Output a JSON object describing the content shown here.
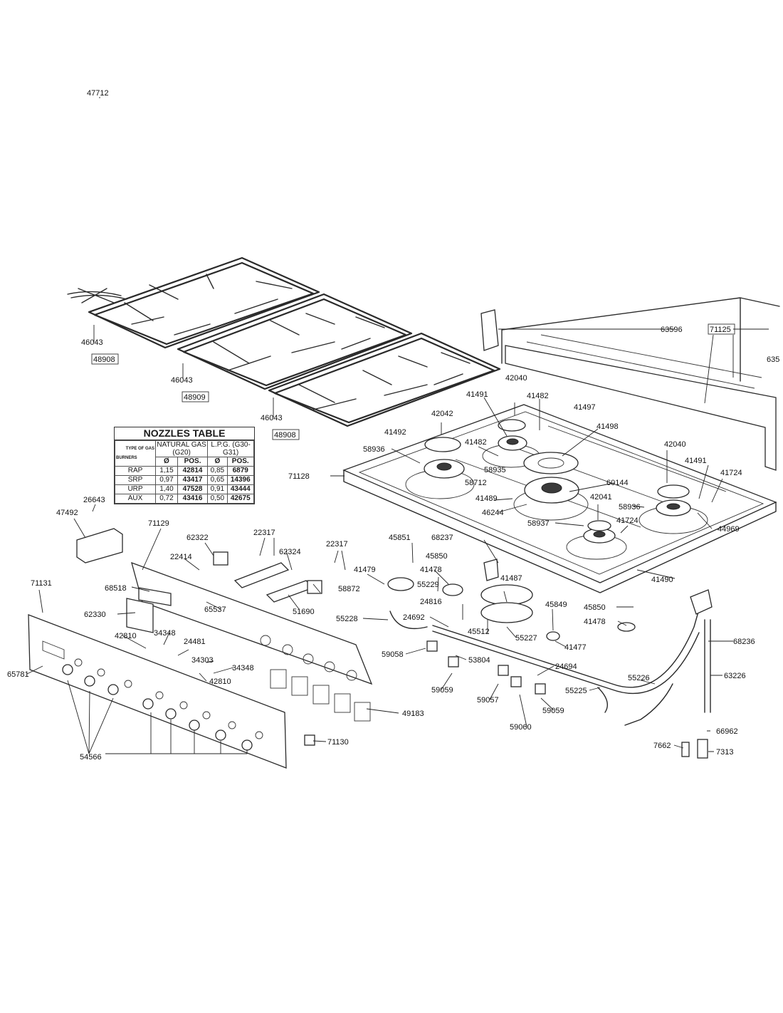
{
  "labels": [
    {
      "text": "47712"
    },
    {
      "text": "46043"
    },
    {
      "text": "48908"
    },
    {
      "text": "46043"
    },
    {
      "text": "48909"
    },
    {
      "text": "46043"
    },
    {
      "text": "48908"
    },
    {
      "text": "63596"
    },
    {
      "text": "71125"
    },
    {
      "text": "635"
    },
    {
      "text": "42040"
    },
    {
      "text": "41491"
    },
    {
      "text": "41482"
    },
    {
      "text": "41497"
    },
    {
      "text": "42042"
    },
    {
      "text": "41498"
    },
    {
      "text": "41492"
    },
    {
      "text": "41482"
    },
    {
      "text": "58936"
    },
    {
      "text": "58935"
    },
    {
      "text": "42040"
    },
    {
      "text": "71128"
    },
    {
      "text": "41491"
    },
    {
      "text": "58712"
    },
    {
      "text": "60144"
    },
    {
      "text": "41724"
    },
    {
      "text": "41489"
    },
    {
      "text": "42041"
    },
    {
      "text": "46244"
    },
    {
      "text": "58936"
    },
    {
      "text": "58937"
    },
    {
      "text": "41724"
    },
    {
      "text": "44969"
    },
    {
      "text": "26643"
    },
    {
      "text": "47492"
    },
    {
      "text": "71129"
    },
    {
      "text": "22317"
    },
    {
      "text": "22317"
    },
    {
      "text": "62322"
    },
    {
      "text": "62324"
    },
    {
      "text": "45851"
    },
    {
      "text": "68237"
    },
    {
      "text": "22414"
    },
    {
      "text": "41490"
    },
    {
      "text": "45850"
    },
    {
      "text": "41479"
    },
    {
      "text": "41478"
    },
    {
      "text": "58872"
    },
    {
      "text": "71131"
    },
    {
      "text": "68518"
    },
    {
      "text": "55229"
    },
    {
      "text": "41487"
    },
    {
      "text": "65537"
    },
    {
      "text": "51690"
    },
    {
      "text": "24816"
    },
    {
      "text": "45849"
    },
    {
      "text": "45850"
    },
    {
      "text": "62330"
    },
    {
      "text": "55228"
    },
    {
      "text": "24692"
    },
    {
      "text": "41478"
    },
    {
      "text": "45512"
    },
    {
      "text": "55227"
    },
    {
      "text": "42810"
    },
    {
      "text": "34348"
    },
    {
      "text": "68236"
    },
    {
      "text": "24481"
    },
    {
      "text": "41477"
    },
    {
      "text": "59058"
    },
    {
      "text": "53804"
    },
    {
      "text": "34303"
    },
    {
      "text": "34348"
    },
    {
      "text": "24694"
    },
    {
      "text": "65781"
    },
    {
      "text": "63226"
    },
    {
      "text": "42810"
    },
    {
      "text": "55226"
    },
    {
      "text": "59059"
    },
    {
      "text": "59057"
    },
    {
      "text": "55225"
    },
    {
      "text": "59059"
    },
    {
      "text": "49183"
    },
    {
      "text": "59060"
    },
    {
      "text": "66962"
    },
    {
      "text": "71130"
    },
    {
      "text": "7662"
    },
    {
      "text": "7313"
    },
    {
      "text": "54566"
    }
  ],
  "nozzles_table": {
    "title": "NOZZLES TABLE",
    "type_of_gas_label": "TYPE OF GAS",
    "burners_label": "BURNERS",
    "natural_gas_header": "NATURAL GAS (G20)",
    "lpg_header": "L.P.G. (G30-G31)",
    "diameter_symbol": "Ø",
    "pos_label": "POS.",
    "rows": [
      {
        "burner": "RAP",
        "ng_diameter": "1,15",
        "ng_pos": "42814",
        "lpg_diameter": "0,85",
        "lpg_pos": "6879"
      },
      {
        "burner": "SRP",
        "ng_diameter": "0,97",
        "ng_pos": "43417",
        "lpg_diameter": "0,65",
        "lpg_pos": "14396"
      },
      {
        "burner": "URP",
        "ng_diameter": "1,40",
        "ng_pos": "47528",
        "lpg_diameter": "0,91",
        "lpg_pos": "43444"
      },
      {
        "burner": "AUX",
        "ng_diameter": "0,72",
        "ng_pos": "43416",
        "lpg_diameter": "0,50",
        "lpg_pos": "42675"
      }
    ]
  }
}
